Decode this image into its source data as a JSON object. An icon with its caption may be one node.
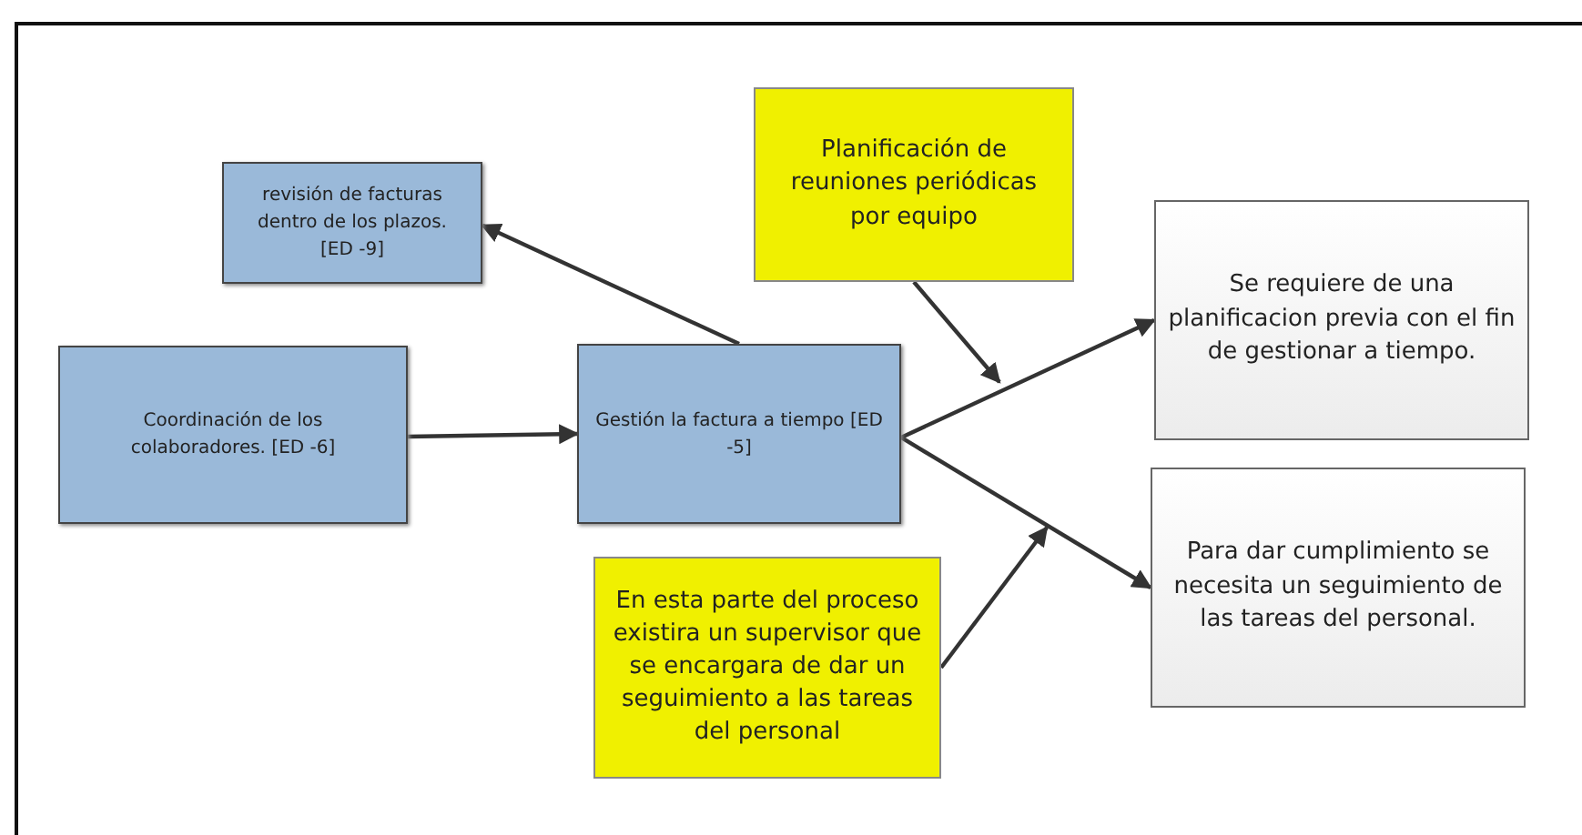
{
  "diagram": {
    "nodes": [
      {
        "text": [
          "revisión de facturas dentro de los plazos. [ED -9]"
        ]
      },
      {
        "text": [
          "Coordinación de los colaboradores. [ED -6]"
        ]
      },
      {
        "text": [
          "Gestión la factura a tiempo [ED -5]"
        ]
      },
      {
        "text": [
          "Planificación de reuniones periódicas por equipo"
        ]
      },
      {
        "text": [
          "Se requiere de una planificacion previa con el fin de gestionar a tiempo."
        ]
      },
      {
        "text": [
          "Para dar cumplimiento se necesita un seguimiento de las tareas del personal."
        ]
      },
      {
        "text": [
          "En esta parte del proceso existira un supervisor que se encargara de dar un seguimiento a las tareas del personal"
        ]
      }
    ],
    "edges": [
      {
        "from": 2,
        "to": 0,
        "arrow": "to"
      },
      {
        "from": 1,
        "to": 2,
        "arrow": "to"
      },
      {
        "from": 2,
        "to": 4,
        "arrow": "to"
      },
      {
        "from": 2,
        "to": 5,
        "arrow": "to"
      },
      {
        "from": 3,
        "to": null,
        "arrow": "to"
      },
      {
        "from": 6,
        "to": null,
        "arrow": "to"
      }
    ]
  }
}
